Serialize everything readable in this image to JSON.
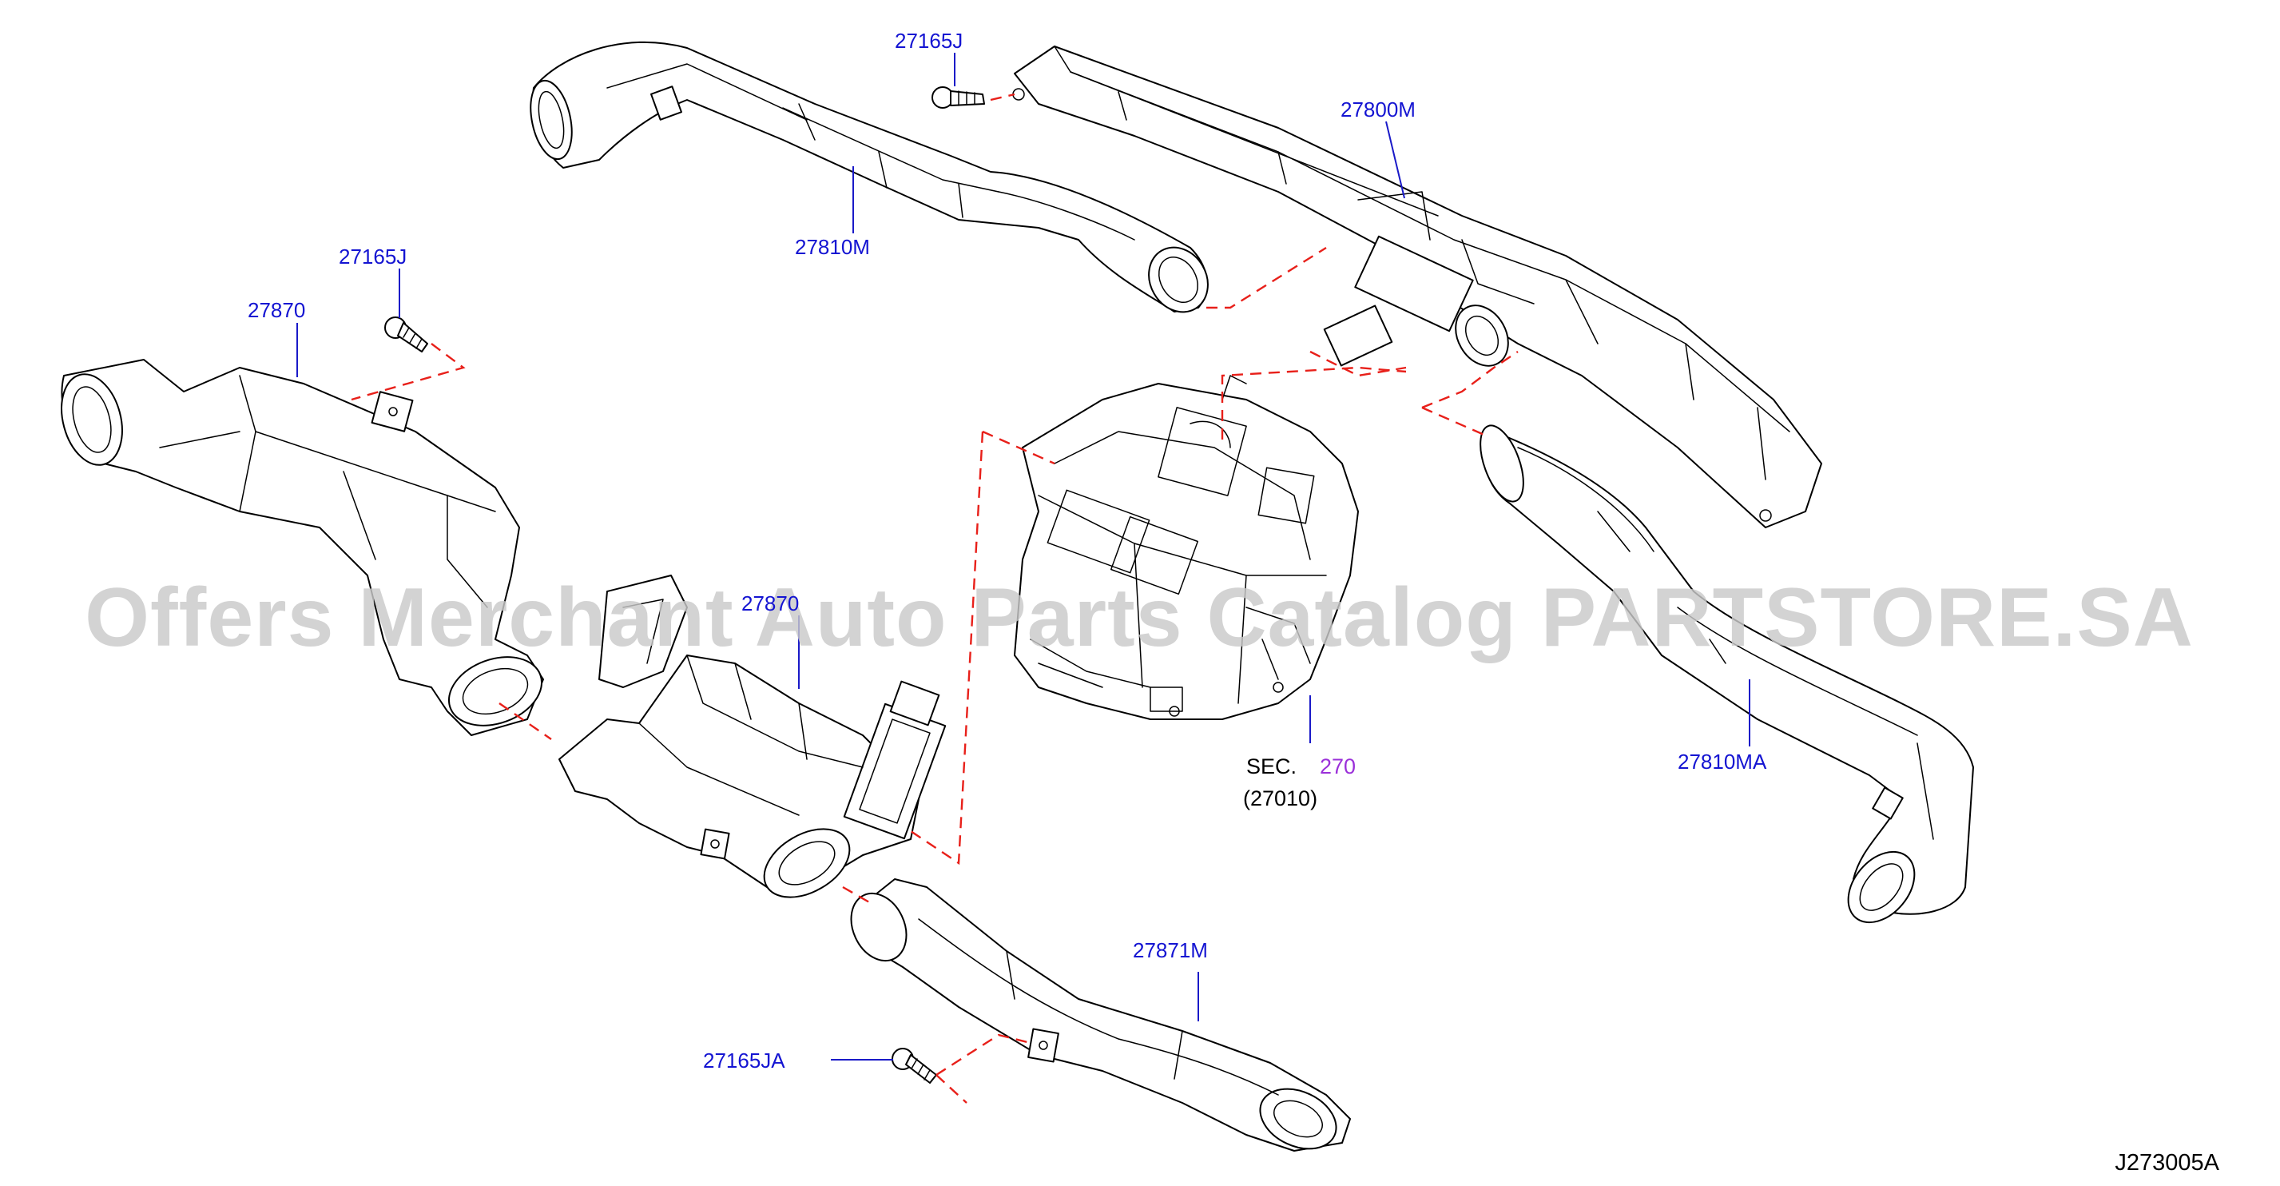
{
  "diagram": {
    "callouts": [
      {
        "id": "27165J-top",
        "label": "27165J"
      },
      {
        "id": "27800M",
        "label": "27800M"
      },
      {
        "id": "27810M",
        "label": "27810M"
      },
      {
        "id": "27165J-left",
        "label": "27165J"
      },
      {
        "id": "27870",
        "label": "27870"
      },
      {
        "id": "27870-mid",
        "label": "27870"
      },
      {
        "id": "27810MA",
        "label": "27810MA"
      },
      {
        "id": "27871M",
        "label": "27871M"
      },
      {
        "id": "27165JA",
        "label": "27165JA"
      }
    ],
    "section_ref": {
      "prefix": "SEC.",
      "number": "270",
      "sub": "(27010)"
    },
    "diagram_code": "J273005A",
    "watermark": "Offers Merchant Auto Parts Catalog PARTSTORE.SA",
    "colors": {
      "callout_text": "#1414d2",
      "section_number": "#9b30d9",
      "dashed_connectors": "#e8201a",
      "watermark": "#c9c9c9",
      "line_art": "#000000"
    }
  }
}
